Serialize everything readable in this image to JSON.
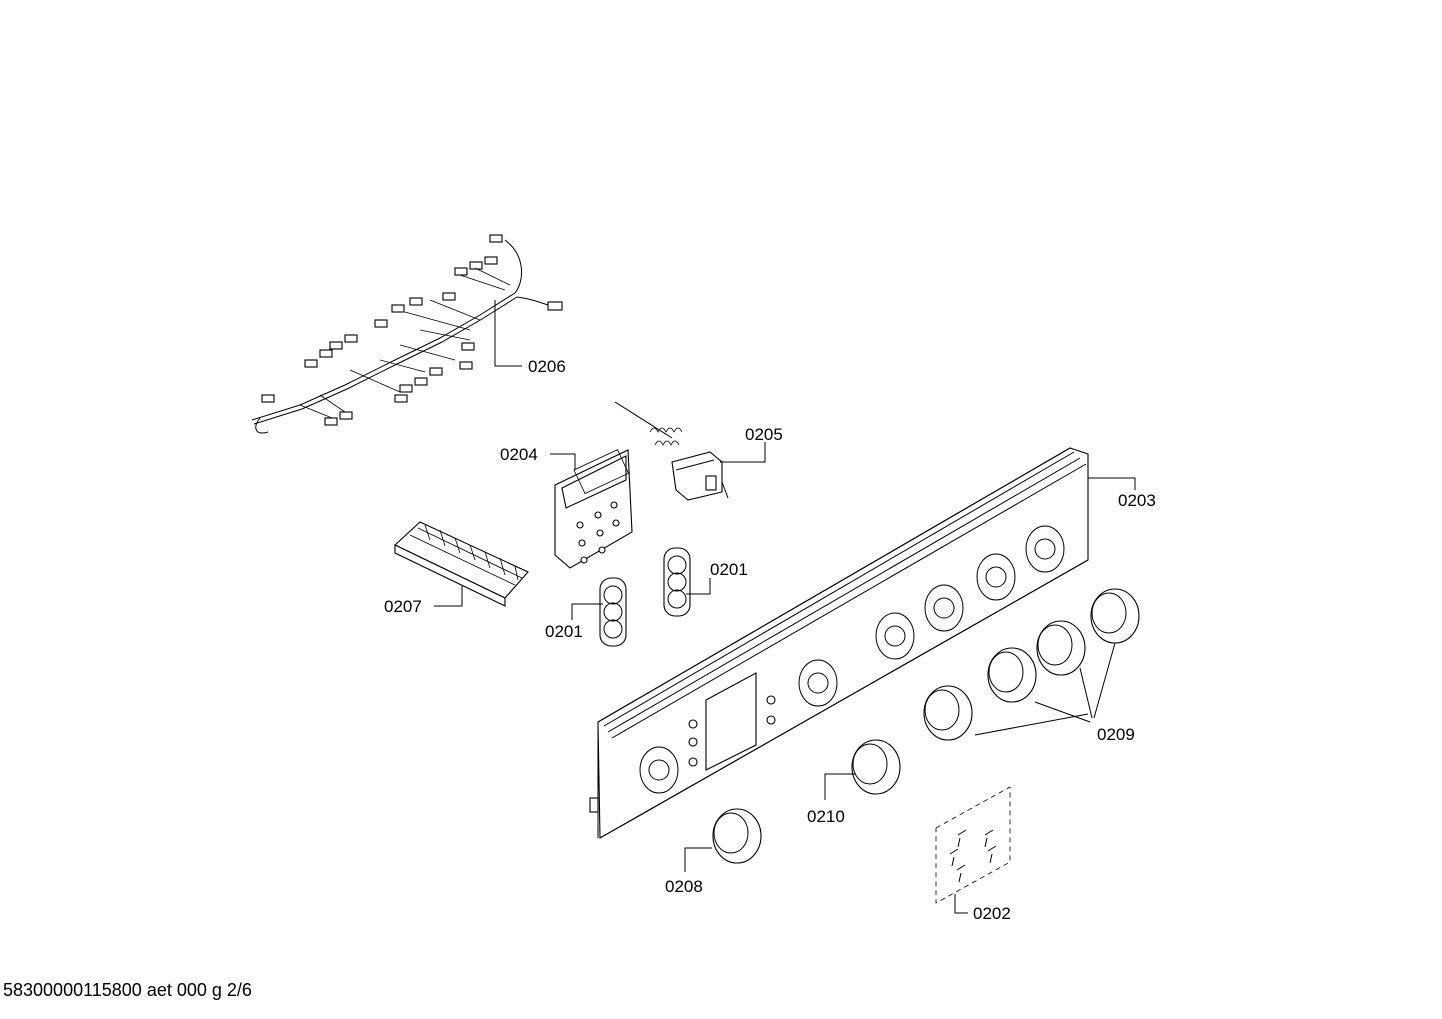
{
  "labels": {
    "p0201": "0201",
    "p0202": "0202",
    "p0203": "0203",
    "p0204": "0204",
    "p0205": "0205",
    "p0206": "0206",
    "p0207": "0207",
    "p0208": "0208",
    "p0209": "0209",
    "p0210": "0210"
  },
  "footer": "58300000115800 aet 000 g 2/6"
}
